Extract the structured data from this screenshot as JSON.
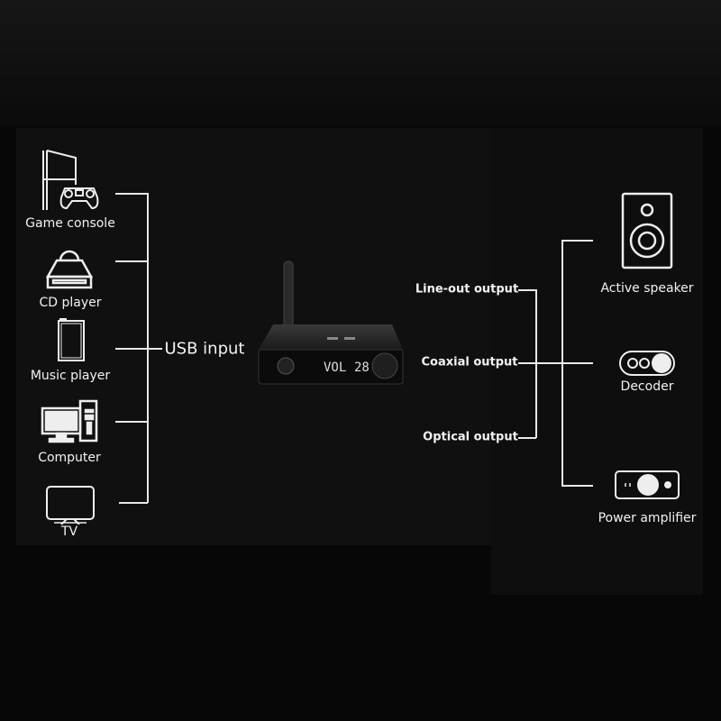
{
  "inputs": {
    "title": "USB input",
    "devices": [
      {
        "label": "Game console",
        "icon": "game-console-icon"
      },
      {
        "label": "CD player",
        "icon": "cd-player-icon"
      },
      {
        "label": "Music player",
        "icon": "music-player-icon"
      },
      {
        "label": "Computer",
        "icon": "computer-icon"
      },
      {
        "label": "TV",
        "icon": "tv-icon"
      }
    ]
  },
  "device": {
    "display_mode": "VOL",
    "display_value": "28"
  },
  "outputs": [
    {
      "label": "Line-out output"
    },
    {
      "label": "Coaxial output"
    },
    {
      "label": "Optical output"
    }
  ],
  "targets": [
    {
      "label": "Active speaker",
      "icon": "speaker-icon"
    },
    {
      "label": "Decoder",
      "icon": "decoder-icon"
    },
    {
      "label": "Power amplifier",
      "icon": "power-amplifier-icon"
    }
  ]
}
